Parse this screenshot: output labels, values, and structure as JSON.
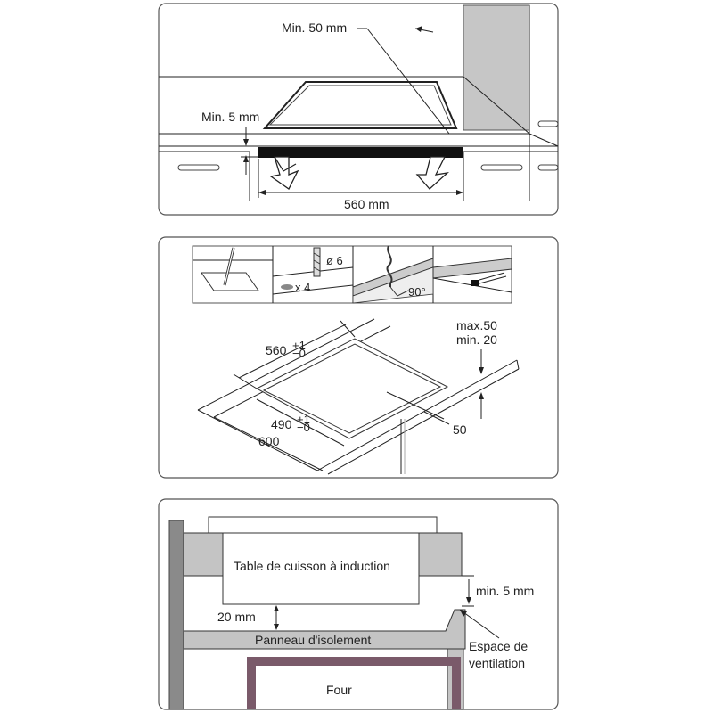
{
  "panel1": {
    "min_50": "Min. 50 mm",
    "min_5": "Min. 5 mm",
    "width_560": "560 mm"
  },
  "panel2": {
    "diam": "ø 6",
    "times4": "x 4",
    "angle": "90°",
    "dim_560": "560",
    "dim_560_tol": "+1\n−0",
    "dim_490": "490",
    "dim_490_tol": "+1\n−0",
    "dim_600": "600",
    "dim_50": "50",
    "max50": "max.50",
    "min20": "min. 20"
  },
  "panel3": {
    "hob": "Table de cuisson à induction",
    "min5": "min. 5 mm",
    "gap20": "20 mm",
    "insulation": "Panneau d'isolement",
    "vent1": "Espace de",
    "vent2": "ventilation",
    "oven": "Four"
  },
  "colors": {
    "gray_panel": "#c4c4c4",
    "dark_gray": "#7d7d7d",
    "oven_outline": "#7a5a6a"
  }
}
